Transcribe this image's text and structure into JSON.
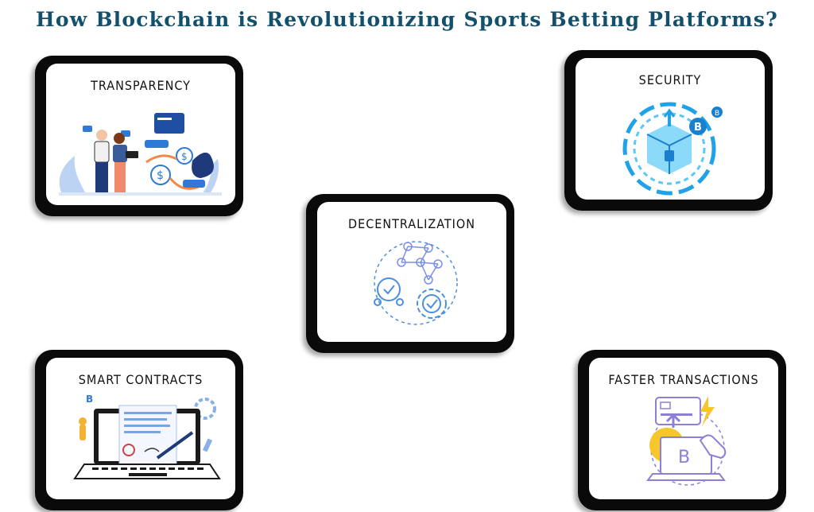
{
  "title": "How Blockchain is Revolutionizing Sports Betting Platforms?",
  "cards": [
    {
      "label": "TRANSPARENCY",
      "icon": "people-money-flow-illustration"
    },
    {
      "label": "SECURITY",
      "icon": "bitcoin-security-cube-illustration"
    },
    {
      "label": "DECENTRALIZATION",
      "icon": "network-gear-check-icon"
    },
    {
      "label": "SMART CONTRACTS",
      "icon": "laptop-contract-signature-illustration"
    },
    {
      "label": "FASTER TRANSACTIONS",
      "icon": "bitcoin-payment-laptop-illustration"
    }
  ],
  "colors": {
    "title": "#13506b",
    "card_frame": "#0a0a0a",
    "accent_blue": "#2f7ad6",
    "accent_purple": "#8f7ed8",
    "accent_yellow": "#f6c72c"
  }
}
